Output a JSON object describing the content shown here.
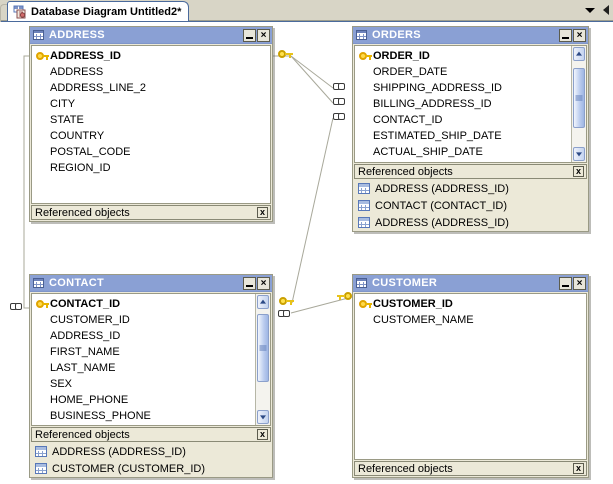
{
  "window": {
    "tab": {
      "label": "Database Diagram Untitled2*",
      "icon": "database-diagram-icon",
      "dropdown_icon": "chevron-down-icon",
      "nav_icon": "nav-left-icon"
    }
  },
  "colors": {
    "titlebar": "#8aa0d4",
    "title_text": "#ffffff",
    "window_face": "#ece9d8",
    "canvas": "#ffffff",
    "tabstrip": "#d8d5c6",
    "key": "#ffd94a",
    "connector_line": "#a8a89a"
  },
  "labels": {
    "referenced_objects": "Referenced objects",
    "minimize": "_",
    "close": "×",
    "panel_close": "x"
  },
  "tables": [
    {
      "id": "address",
      "name": "ADDRESS",
      "columns": [
        {
          "name": "ADDRESS_ID",
          "pk": true
        },
        {
          "name": "ADDRESS",
          "pk": false
        },
        {
          "name": "ADDRESS_LINE_2",
          "pk": false
        },
        {
          "name": "CITY",
          "pk": false
        },
        {
          "name": "STATE",
          "pk": false
        },
        {
          "name": "COUNTRY",
          "pk": false
        },
        {
          "name": "POSTAL_CODE",
          "pk": false
        },
        {
          "name": "REGION_ID",
          "pk": false
        }
      ],
      "scrollbar": false,
      "referenced_objects": []
    },
    {
      "id": "orders",
      "name": "ORDERS",
      "columns": [
        {
          "name": "ORDER_ID",
          "pk": true
        },
        {
          "name": "ORDER_DATE",
          "pk": false
        },
        {
          "name": "SHIPPING_ADDRESS_ID",
          "pk": false
        },
        {
          "name": "BILLING_ADDRESS_ID",
          "pk": false
        },
        {
          "name": "CONTACT_ID",
          "pk": false
        },
        {
          "name": "ESTIMATED_SHIP_DATE",
          "pk": false
        },
        {
          "name": "ACTUAL_SHIP_DATE",
          "pk": false
        }
      ],
      "scrollbar": true,
      "referenced_objects": [
        "ADDRESS (ADDRESS_ID)",
        "CONTACT (CONTACT_ID)",
        "ADDRESS (ADDRESS_ID)"
      ]
    },
    {
      "id": "contact",
      "name": "CONTACT",
      "columns": [
        {
          "name": "CONTACT_ID",
          "pk": true
        },
        {
          "name": "CUSTOMER_ID",
          "pk": false
        },
        {
          "name": "ADDRESS_ID",
          "pk": false
        },
        {
          "name": "FIRST_NAME",
          "pk": false
        },
        {
          "name": "LAST_NAME",
          "pk": false
        },
        {
          "name": "SEX",
          "pk": false
        },
        {
          "name": "HOME_PHONE",
          "pk": false
        },
        {
          "name": "BUSINESS_PHONE",
          "pk": false
        }
      ],
      "scrollbar": true,
      "referenced_objects": [
        "ADDRESS (ADDRESS_ID)",
        "CUSTOMER (CUSTOMER_ID)"
      ]
    },
    {
      "id": "customer",
      "name": "CUSTOMER",
      "columns": [
        {
          "name": "CUSTOMER_ID",
          "pk": true
        },
        {
          "name": "CUSTOMER_NAME",
          "pk": false
        }
      ],
      "scrollbar": false,
      "referenced_objects": []
    }
  ],
  "relationships": [
    {
      "from": "ADDRESS (ADDRESS_ID)",
      "to": "ORDERS (SHIPPING_ADDRESS_ID)"
    },
    {
      "from": "ADDRESS (ADDRESS_ID)",
      "to": "ORDERS (BILLING_ADDRESS_ID)"
    },
    {
      "from": "CONTACT (CONTACT_ID)",
      "to": "ORDERS (CONTACT_ID)"
    },
    {
      "from": "ADDRESS (ADDRESS_ID)",
      "to": "CONTACT (ADDRESS_ID)"
    },
    {
      "from": "CUSTOMER (CUSTOMER_ID)",
      "to": "CONTACT (CUSTOMER_ID)"
    }
  ]
}
